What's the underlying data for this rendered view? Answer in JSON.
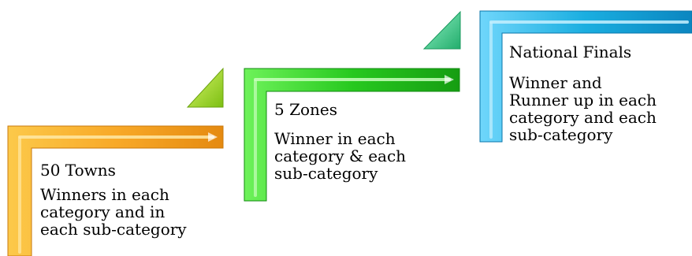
{
  "colors": {
    "stage_1": "#f8a928",
    "stage_2": "#27c91f",
    "stage_3": "#1aaee0",
    "connector_1": "#9ad31d",
    "connector_2": "#2bbf7a"
  },
  "stages": [
    {
      "title": "50 Towns",
      "lines": [
        "Winners in each",
        "category and in",
        "each sub-category"
      ]
    },
    {
      "title": "5 Zones",
      "lines": [
        "Winner in each",
        "category & each",
        "sub-category"
      ]
    },
    {
      "title": "National Finals",
      "lines": [
        "Winner and",
        "Runner up in each",
        "category and each",
        "sub-category"
      ]
    }
  ]
}
